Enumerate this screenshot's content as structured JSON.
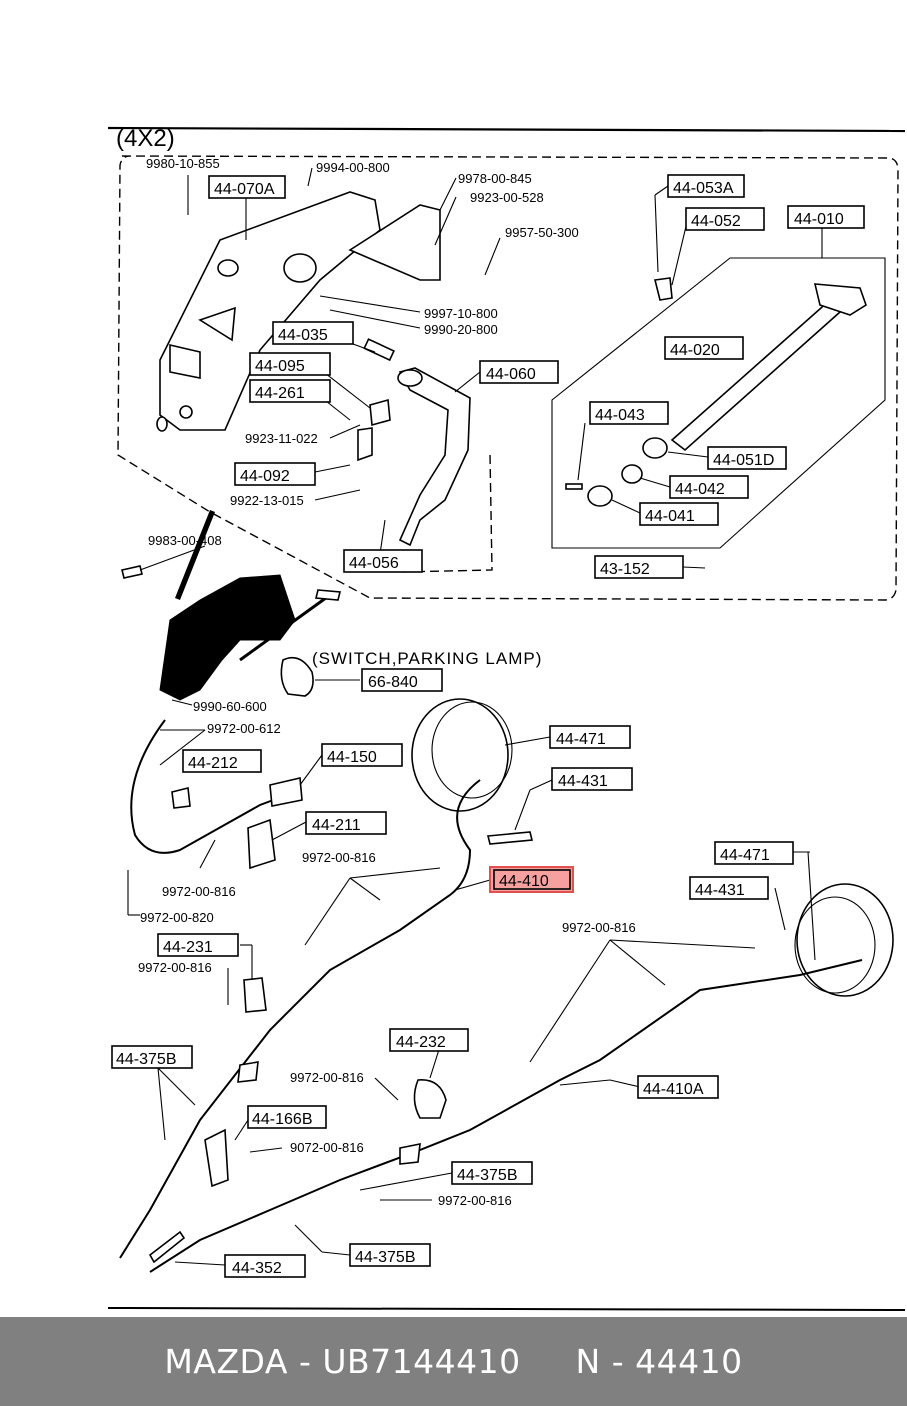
{
  "title": "(4X2)",
  "switch_note": "(SWITCH,PARKING LAMP)",
  "labels": {
    "44_070A": "44-070A",
    "44_053A": "44-053A",
    "44_052": "44-052",
    "44_010": "44-010",
    "44_035": "44-035",
    "44_095": "44-095",
    "44_261": "44-261",
    "44_060": "44-060",
    "44_020": "44-020",
    "44_043": "44-043",
    "44_051D": "44-051D",
    "44_092": "44-092",
    "44_042": "44-042",
    "44_041": "44-041",
    "44_056": "44-056",
    "43_152": "43-152",
    "66_840": "66-840",
    "44_471a": "44-471",
    "44_431a": "44-431",
    "44_212": "44-212",
    "44_150": "44-150",
    "44_211": "44-211",
    "44_410": "44-410",
    "44_471b": "44-471",
    "44_431b": "44-431",
    "44_231": "44-231",
    "44_232": "44-232",
    "44_375Ba": "44-375B",
    "44_410A": "44-410A",
    "44_166B": "44-166B",
    "44_375Bb": "44-375B",
    "44_352": "44-352",
    "44_375Bc": "44-375B"
  },
  "numbers": {
    "n1": "9980-10-855",
    "n2": "9994-00-800",
    "n3": "9978-00-845",
    "n4": "9923-00-528",
    "n5": "9957-50-300",
    "n6": "9997-10-800",
    "n7": "9990-20-800",
    "n8": "9923-11-022",
    "n9": "9922-13-015",
    "n10": "9983-00-408",
    "n11": "9990-60-600",
    "n12": "9972-00-612",
    "n13": "9972-00-816",
    "n14": "9972-00-816",
    "n15": "9972-00-820",
    "n16": "9972-00-816",
    "n17": "9972-00-816",
    "n18": "9972-00-816",
    "n19": "9072-00-816",
    "n20": "9972-00-816"
  },
  "highlight_color": "#f6a0a0",
  "footer": {
    "text": "MAZDA - UB7144410     N - 44410"
  }
}
